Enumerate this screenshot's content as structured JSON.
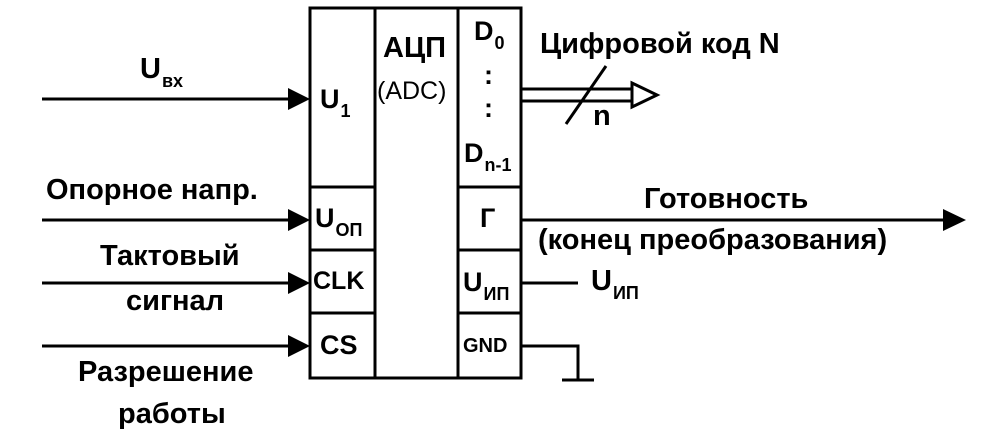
{
  "signals": {
    "u_in_main": "U",
    "u_in_sub": "вх",
    "ref_voltage": "Опорное напр.",
    "clock_line1": "Тактовый",
    "clock_line2": "сигнал",
    "enable_line1": "Разрешение",
    "enable_line2": "работы",
    "digital_code": "Цифровой код N",
    "bus_width": "n",
    "ready_line1": "Готовность",
    "ready_line2": "(конец преобразования)",
    "u_supply_main": "U",
    "u_supply_sub": "ИП"
  },
  "chip": {
    "title": "АЦП",
    "subtitle": "(ADC)",
    "left_pins": {
      "u1_main": "U",
      "u1_sub": "1",
      "uref_main": "U",
      "uref_sub": "ОП",
      "clk": "CLK",
      "cs": "CS"
    },
    "right_pins": {
      "d0_main": "D",
      "d0_sub": "0",
      "dots": ":",
      "dots2": ":",
      "dn_main": "D",
      "dn_sub": "n-1",
      "ready_pin": "Г",
      "usupply_main": "U",
      "usupply_sub": "ИП",
      "gnd": "GND"
    }
  },
  "colors": {
    "stroke": "#000000",
    "background": "#ffffff"
  }
}
